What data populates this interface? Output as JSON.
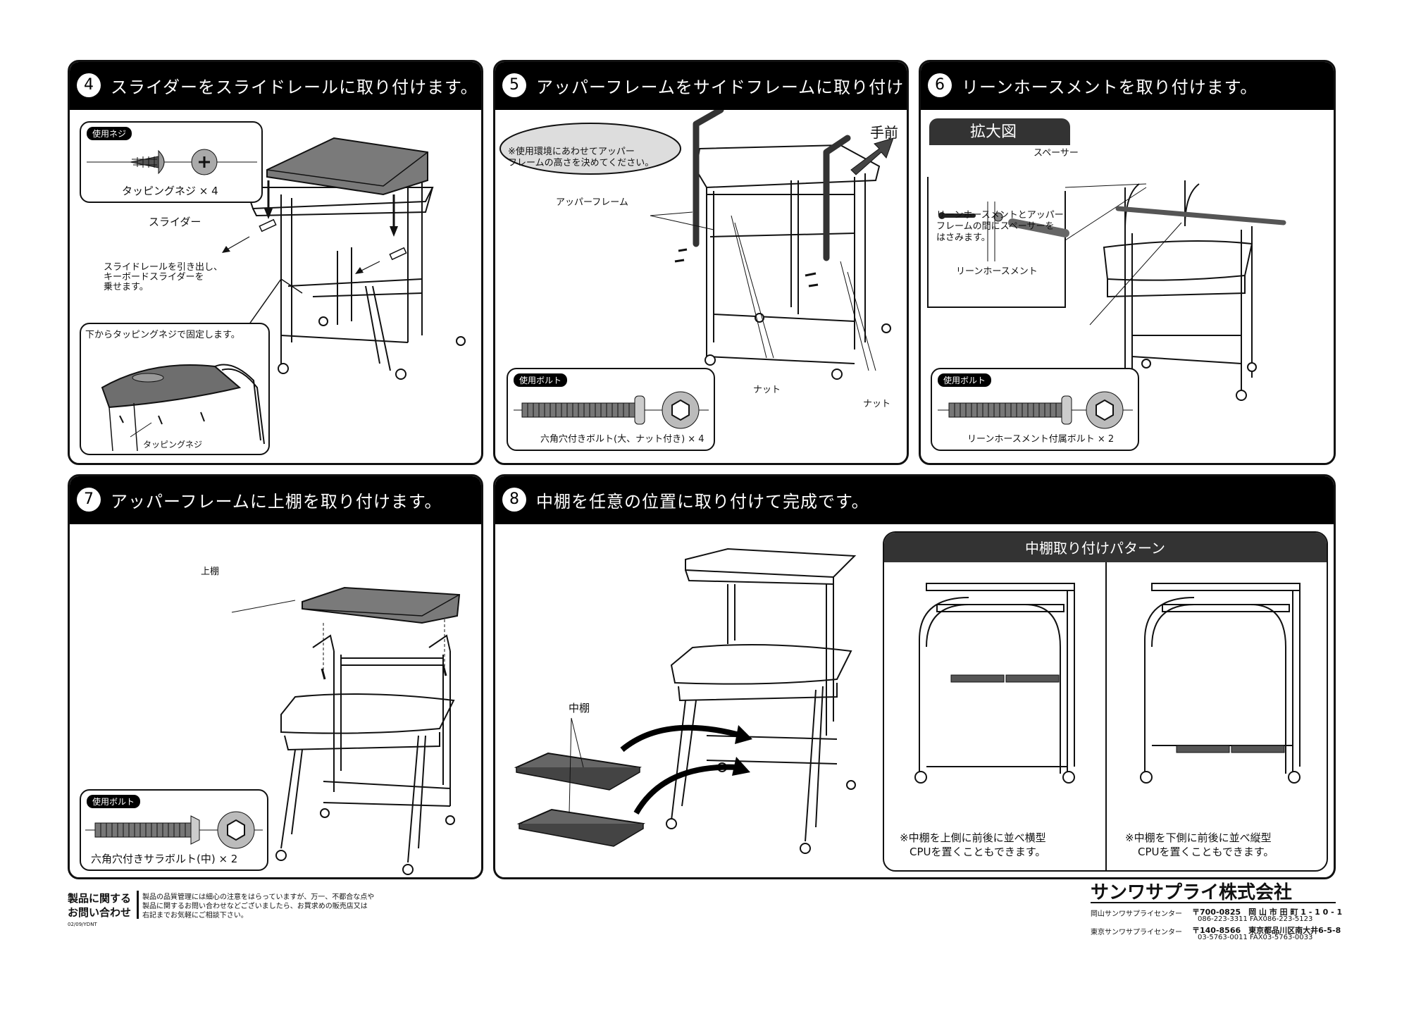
{
  "steps": {
    "s4": {
      "number": "4",
      "title": "スライダーをスライドレールに取り付けます。",
      "screw_pill": "使用ネジ",
      "screw_caption": "タッピングネジ × 4",
      "slider_label": "スライダー",
      "rail_note": [
        "スライドレールを引き出し、",
        "キーボードスライダーを",
        "乗せます。"
      ],
      "bottom_note": "下からタッピングネジで固定します。",
      "tapping_label": "タッピングネジ"
    },
    "s5": {
      "number": "5",
      "title": "アッパーフレームをサイドフレームに取り付けます。",
      "cloud_note": [
        "※使用環境にあわせてアッパー",
        "フレームの高さを決めてください。"
      ],
      "front_label": "手前",
      "upper_frame_label": "アッパーフレーム",
      "bolt_pill": "使用ボルト",
      "bolt_caption": "六角穴付きボルト(大、ナット付き) × 4",
      "nut_label_1": "ナット",
      "nut_label_2": "ナット"
    },
    "s6": {
      "number": "6",
      "title": "リーンホースメントを取り付けます。",
      "zoom_label": "拡大図",
      "spacer_label": "スペーサー",
      "zoom_note": [
        "リーンホースメントとアッパー",
        "フレームの間にスペーサーを",
        "はさみます。"
      ],
      "reinforcement_label": "リーンホースメント",
      "bolt_pill": "使用ボルト",
      "bolt_caption": "リーンホースメント付属ボルト × 2"
    },
    "s7": {
      "number": "7",
      "title": "アッパーフレームに上棚を取り付けます。",
      "top_shelf_label": "上棚",
      "bolt_pill": "使用ボルト",
      "bolt_caption": "六角穴付きサラボルト(中) × 2"
    },
    "s8": {
      "number": "8",
      "title": "中棚を任意の位置に取り付けて完成です。",
      "mid_shelf_label": "中棚",
      "pattern_title": "中棚取り付けパターン",
      "pattern_a_note": [
        "※中棚を上側に前後に並べ横型",
        "CPUを置くこともできます。"
      ],
      "pattern_b_note": [
        "※中棚を下側に前後に並べ縦型",
        "CPUを置くこともできます。"
      ]
    }
  },
  "footer": {
    "inquiry_heading": [
      "製品に関する",
      "お問い合わせ"
    ],
    "inquiry_text": [
      "製品の品質管理には細心の注意をはらっていますが、万一、不都合な点や",
      "製品に関するお問い合わせなどございましたら、お買求めの販売店又は",
      "右記までお気軽にご相談下さい。"
    ],
    "doc_code": "02/09/YDNT",
    "company": "サンワサプライ株式会社",
    "okayama_center": "岡山サンワサプライセンター",
    "okayama_address": "〒700-0825　岡 山 市 田 町 1 - 1 0 - 1",
    "okayama_phone": "086-223-3311  FAX086-223-5123",
    "tokyo_center": "東京サンワサプライセンター",
    "tokyo_address": "〒140-8566　東京都品川区南大井6-5-8",
    "tokyo_phone": "03-5763-0011  FAX03-5763-0033"
  },
  "colors": {
    "header": "#000000",
    "panel_shade": "#6e6e6e",
    "line": "#111111"
  }
}
